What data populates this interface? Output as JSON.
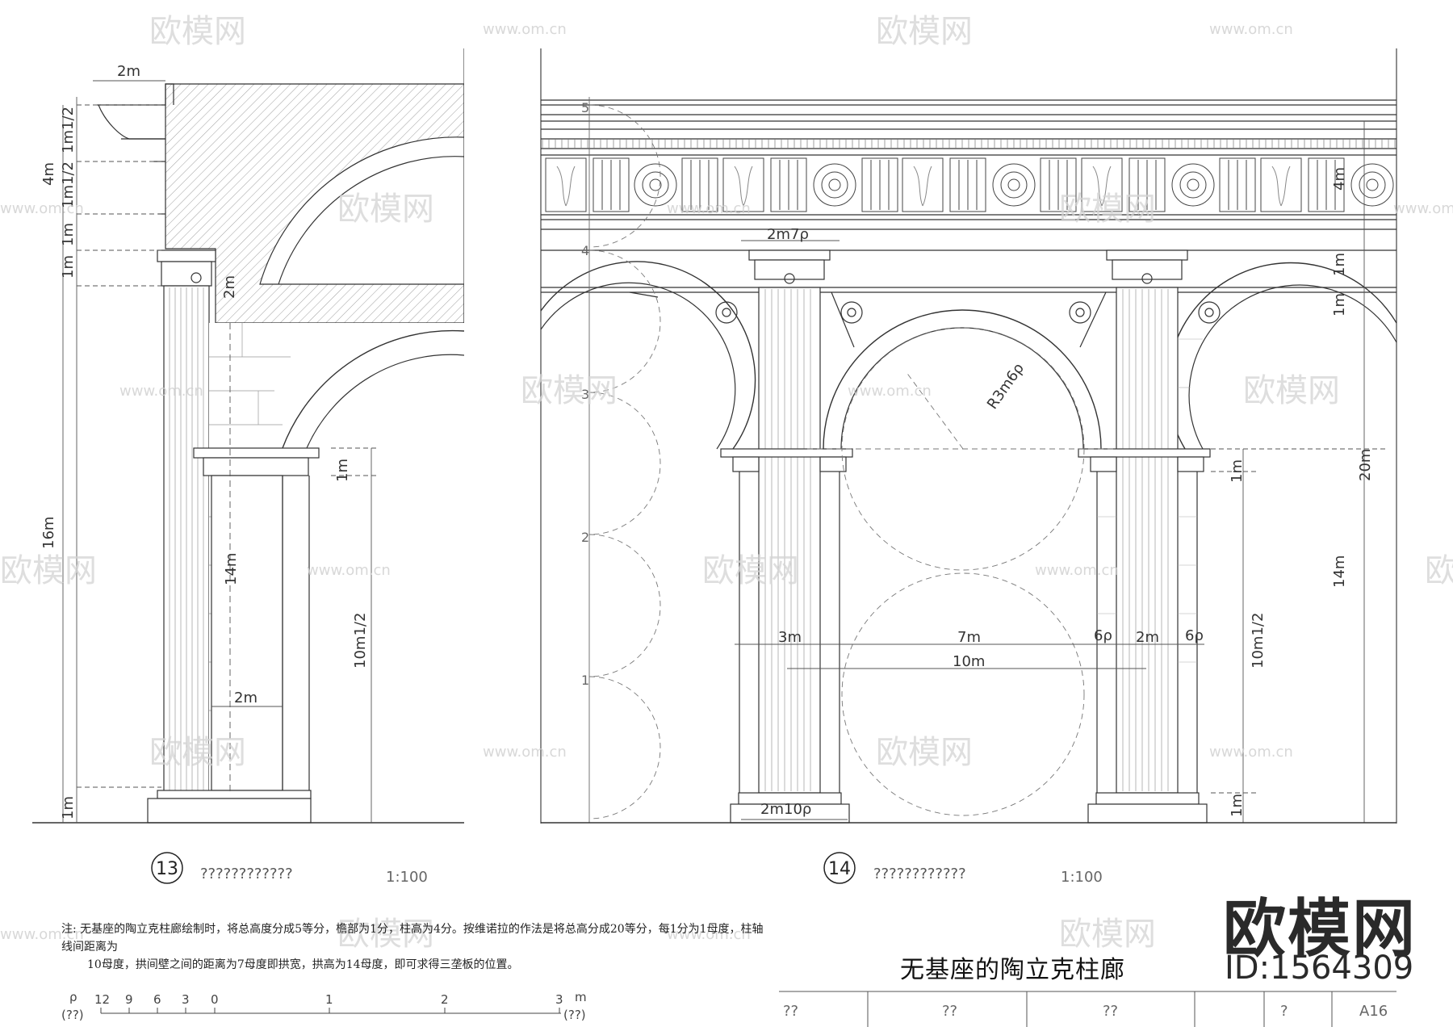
{
  "drawing": {
    "figure13": {
      "number": "13",
      "title": "????????????",
      "scale": "1:100"
    },
    "figure14": {
      "number": "14",
      "title": "????????????",
      "scale": "1:100"
    },
    "dims13": {
      "top_width": "2m",
      "h4m": "4m",
      "h1m2": "1m1/2",
      "h1m2b": "1m1/2",
      "h1ma": "1m",
      "h1mb": "1m",
      "h16m": "16m",
      "h2m_arch": "2m",
      "h14m": "14m",
      "h1m_imp": "1m",
      "h10m": "10m1/2",
      "w2m": "2m",
      "h1m_base": "1m"
    },
    "dims14": {
      "top": "2m7ρ",
      "bottom": "2m10ρ",
      "radius": "R3m6ρ",
      "w3m": "3m",
      "w7m": "7m",
      "w10m": "10m",
      "w6p_a": "6ρ",
      "w2m": "2m",
      "w6p_b": "6ρ",
      "r4m": "4m",
      "r1ma": "1m",
      "r1mb": "1m",
      "r20m": "20m",
      "r14m": "14m",
      "r1m_imp": "1m",
      "r10m": "10m1/2",
      "r1m_base": "1m",
      "scale_marks": [
        "1",
        "2",
        "3",
        "4",
        "5"
      ]
    },
    "scale_bar": {
      "unit_left": "ρ",
      "unit_left2": "(??)",
      "unit_right": "m",
      "unit_right2": "(??)",
      "ticks": [
        "12",
        "9",
        "6",
        "3",
        "0",
        "1",
        "2",
        "3"
      ]
    },
    "note": {
      "line1": "注:  无基座的陶立克柱廊绘制时，将总高度分成5等分，檐部为1分，柱高为4分。按维诺拉的作法是将总高分成20等分，每1分为1母度，柱轴线间距离为",
      "line2": "10母度，拱间壁之间的距离为7母度即拱宽，拱高为14母度，即可求得三垄板的位置。"
    },
    "sheet_title": "无基座的陶立克柱廊",
    "title_block": [
      "??",
      "??",
      "??",
      "?",
      "A16"
    ]
  },
  "watermark": {
    "logo_text": "欧模网",
    "site": "www.om.cn",
    "brand": "欧模网",
    "brand_id": "ID:1564309"
  }
}
